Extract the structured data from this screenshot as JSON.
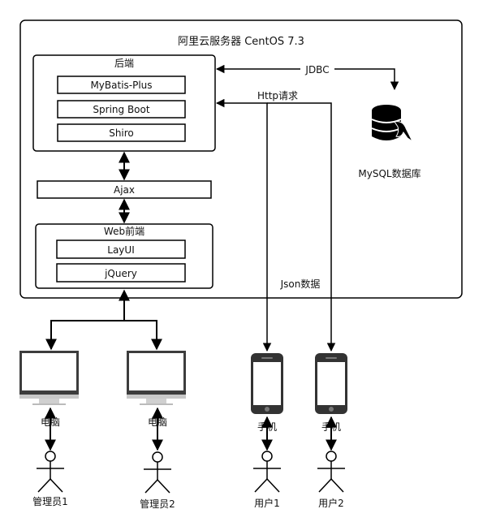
{
  "server": {
    "title": "阿里云服务器 CentOS 7.3"
  },
  "backend": {
    "title": "后端",
    "items": [
      "MyBatis-Plus",
      "Spring Boot",
      "Shiro"
    ]
  },
  "ajax": "Ajax",
  "frontend": {
    "title": "Web前端",
    "items": [
      "LayUI",
      "jQuery"
    ]
  },
  "database": {
    "label": "MySQL数据库"
  },
  "connections": {
    "jdbc": "JDBC",
    "http": "Http请求",
    "json": "Json数据"
  },
  "devices": {
    "pc1": "电脑",
    "pc2": "电脑",
    "phone1": "手机",
    "phone2": "手机"
  },
  "actors": {
    "admin1": "管理员1",
    "admin2": "管理员2",
    "user1": "用户1",
    "user2": "用户2"
  }
}
